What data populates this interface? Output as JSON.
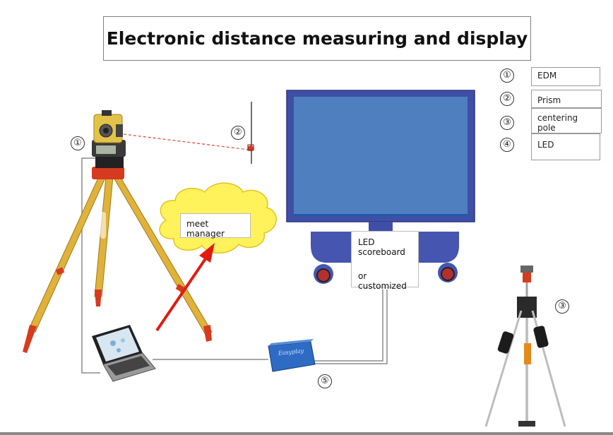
{
  "title": "Electronic distance measuring and display",
  "legend": [
    {
      "number": "①",
      "label": "EDM"
    },
    {
      "number": "②",
      "label": "Prism"
    },
    {
      "number": "③",
      "label": "centering pole"
    },
    {
      "number": "④",
      "label": "LED"
    }
  ],
  "callouts": {
    "edm": "①",
    "prism": "②",
    "pole": "③",
    "controller": "⑤"
  },
  "cloud_label": "meet manager",
  "scoreboard_label": {
    "line1": "LED scoreboard",
    "line2": "or customized"
  },
  "controller_brand": "Easyplay",
  "colors": {
    "screen_blue": "#4f7fbf",
    "monitor_frame": "#3f4fa6",
    "tripod_wood": "#e0b23a",
    "tripod_red": "#d63a1f",
    "arrow_red": "#e01b12",
    "cloud_yellow": "#fff25a",
    "cable_gray": "#8c8c8c"
  }
}
